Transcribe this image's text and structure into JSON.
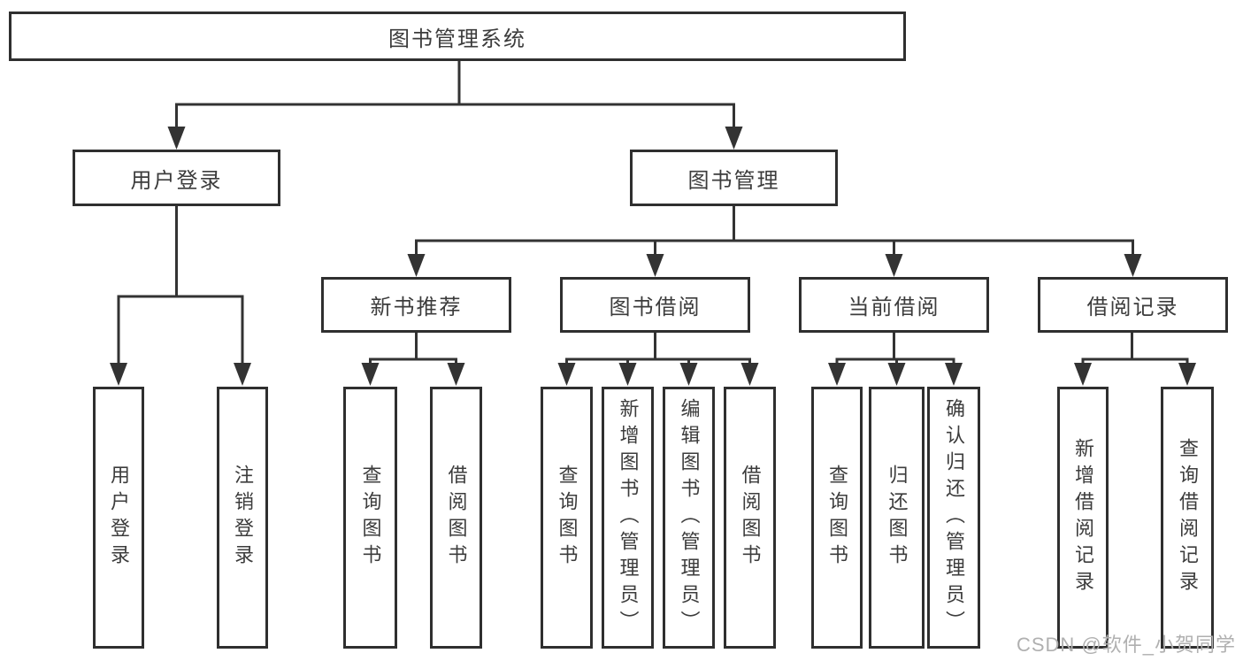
{
  "tree": {
    "root": "图书管理系统",
    "branches": [
      {
        "label": "用户登录",
        "children": [
          "用户登录",
          "注销登录"
        ]
      },
      {
        "label": "图书管理",
        "children": [
          {
            "label": "新书推荐",
            "children": [
              "查询图书",
              "借阅图书"
            ]
          },
          {
            "label": "图书借阅",
            "children": [
              "查询图书",
              "新增图书（管理员）",
              "编辑图书（管理员）",
              "借阅图书"
            ]
          },
          {
            "label": "当前借阅",
            "children": [
              "查询图书",
              "归还图书",
              "确认归还（管理员）"
            ]
          },
          {
            "label": "借阅记录",
            "children": [
              "新增借阅记录",
              "查询借阅记录"
            ]
          }
        ]
      }
    ]
  },
  "watermark": "CSDN @软件_小贺同学",
  "colors": {
    "line": "#333333",
    "box_border": "#2f2f2f",
    "text": "#3c3c3c",
    "watermark": "#b0b0b0",
    "background": "#ffffff"
  }
}
